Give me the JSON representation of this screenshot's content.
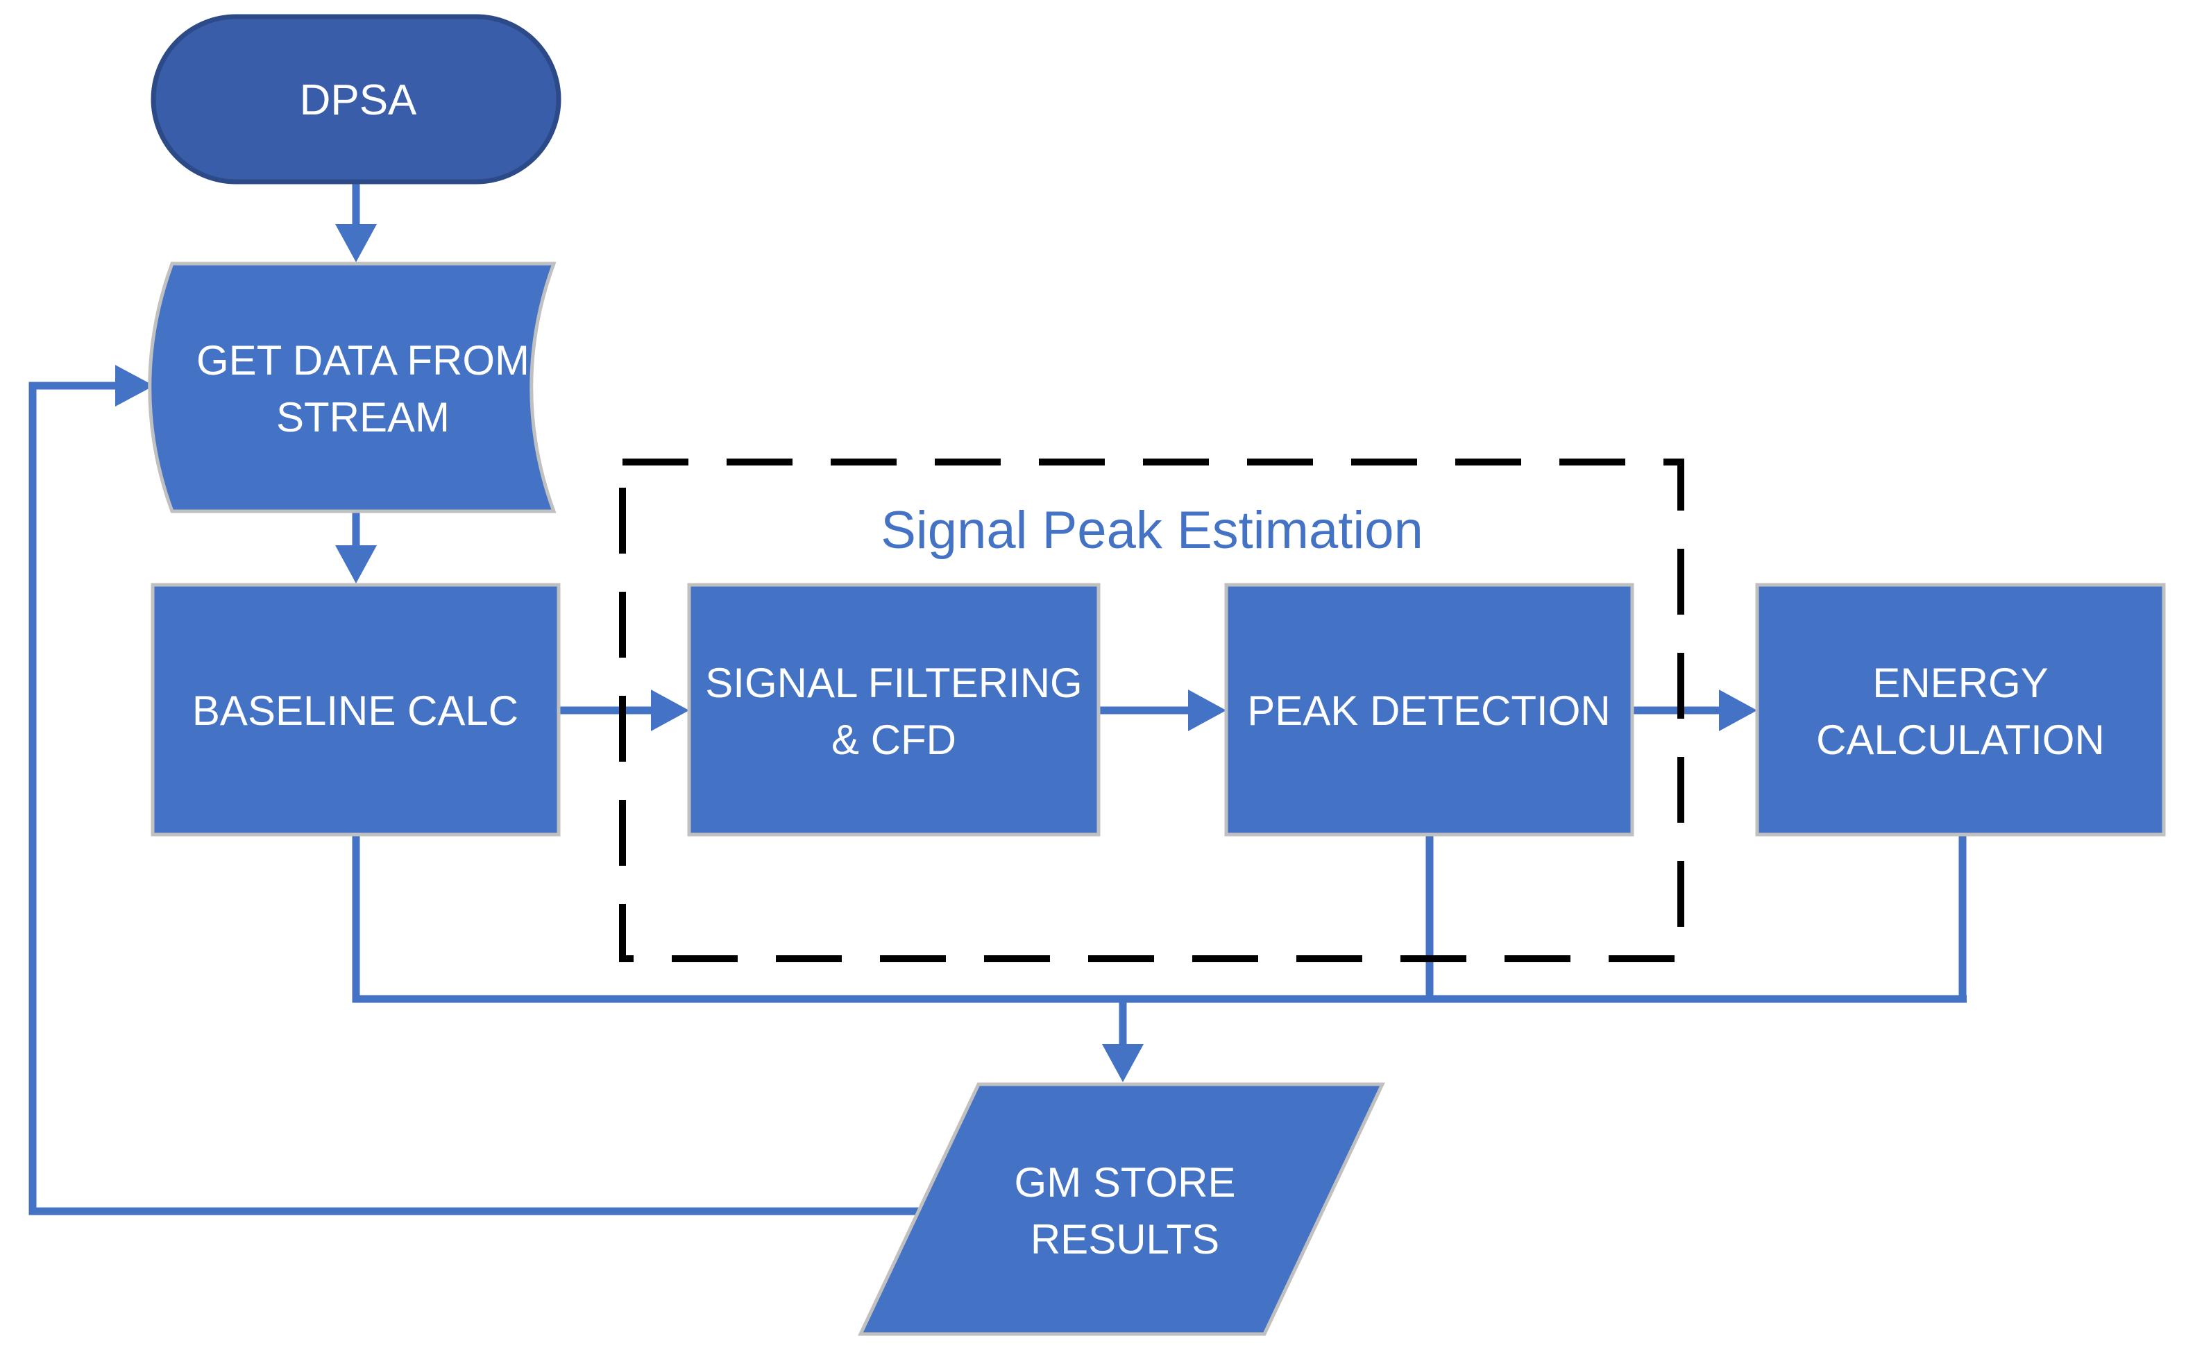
{
  "diagram": {
    "colors": {
      "background": "#FFFFFF",
      "node_fill": "#4472C4",
      "node_border": "#C0C0C0",
      "terminator_fill": "#3A5DA9",
      "terminator_border": "#2C4A87",
      "connector": "#4472C4",
      "dashed_border": "#000000",
      "label_text": "#FFFFFF",
      "title_text": "#4472C4"
    },
    "container": {
      "label": "Signal Peak Estimation"
    },
    "nodes": {
      "dpsa": {
        "shape": "terminator",
        "label": "DPSA"
      },
      "get_data": {
        "shape": "stored-data",
        "line1": "GET DATA FROM",
        "line2": "STREAM"
      },
      "baseline": {
        "shape": "process",
        "label": "BASELINE CALC"
      },
      "signal_filtering": {
        "shape": "process",
        "line1": "SIGNAL FILTERING",
        "line2": "& CFD"
      },
      "peak_detection": {
        "shape": "process",
        "label": "PEAK DETECTION"
      },
      "energy": {
        "shape": "process",
        "line1": "ENERGY",
        "line2": "CALCULATION"
      },
      "gm_store": {
        "shape": "data-parallelogram",
        "line1": "GM STORE",
        "line2": "RESULTS"
      }
    }
  }
}
